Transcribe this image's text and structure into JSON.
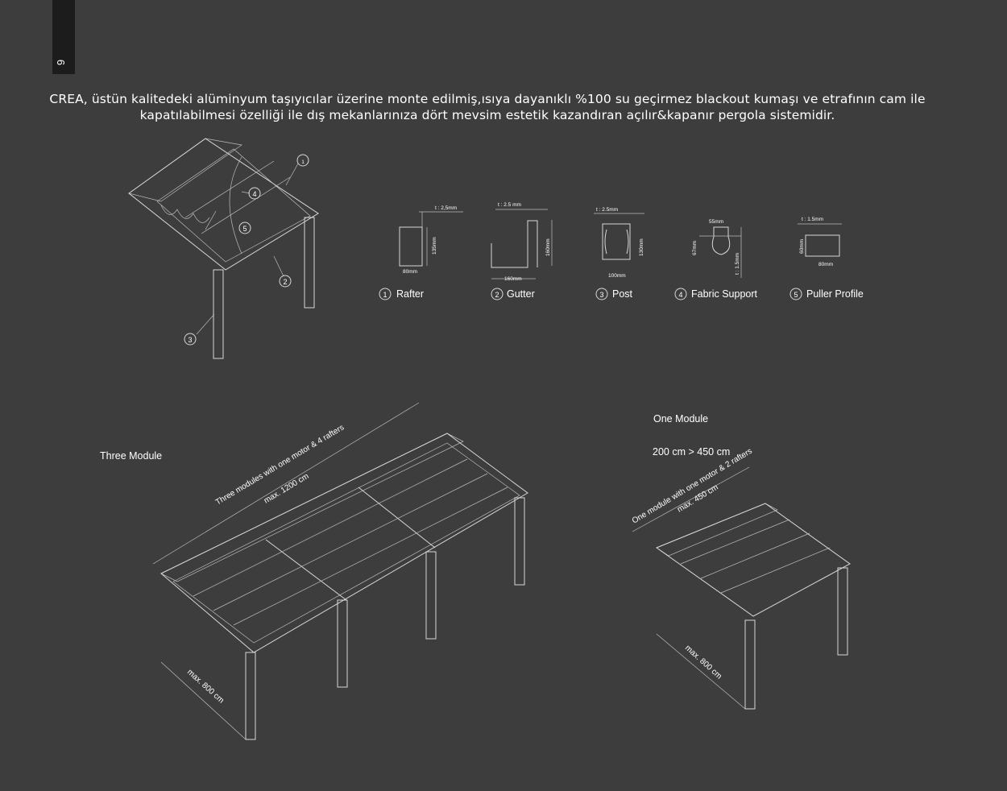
{
  "page_number": "6",
  "intro": {
    "line1": "CREA, üstün kalitedeki alüminyum taşıyıcılar üzerine monte edilmiş,ısıya dayanıklı %100 su geçirmez blackout kumaşı ve etrafının cam ile",
    "line2": "kapatılabilmesi özelliği ile dış mekanlarınıza dört mevsim estetik kazandıran açılır&kapanır pergola sistemidir."
  },
  "callouts": [
    "1",
    "2",
    "3",
    "4",
    "5"
  ],
  "profiles": [
    {
      "num": "1",
      "name": "Rafter",
      "thickness": "t : 2,5mm",
      "width": "80mm",
      "height": "135mm"
    },
    {
      "num": "2",
      "name": "Gutter",
      "thickness": "t : 2.5 mm",
      "width": "160mm",
      "height": "160mm"
    },
    {
      "num": "3",
      "name": "Post",
      "thickness": "t : 2.5mm",
      "width": "100mm",
      "height": "130mm"
    },
    {
      "num": "4",
      "name": "Fabric Support",
      "thickness": "t : 1.5mm",
      "width": "55mm",
      "height": "67mm"
    },
    {
      "num": "5",
      "name": "Puller Profile",
      "thickness": "t : 1.5mm",
      "width": "80mm",
      "height": "60mm"
    }
  ],
  "three_module": {
    "title": "Three Module",
    "dim_line1": "Three modules with one motor & 4 rafters",
    "dim_line2": "max.  1200 cm",
    "depth": "max. 800 cm"
  },
  "one_module": {
    "title": "One Module",
    "range": "200 cm > 450 cm",
    "dim_line1": "One module with one motor & 2 rafters",
    "dim_line2": "max.  450 cm",
    "depth": "max. 800 cm"
  },
  "colors": {
    "background": "#3d3d3d",
    "tab": "#1c1c1c",
    "line": "#d8d8d8"
  }
}
